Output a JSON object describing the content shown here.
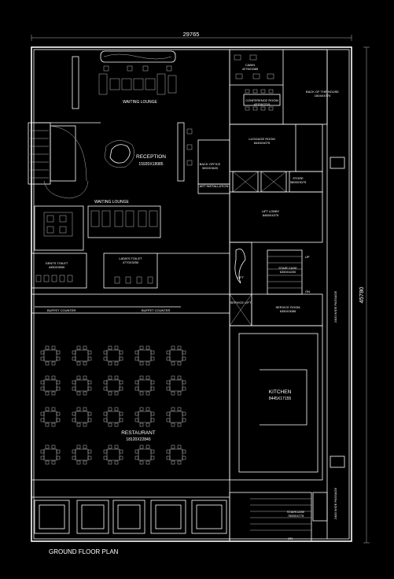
{
  "plan": {
    "title": "GROUND FLOOR PLAN",
    "width_dim": "29765",
    "height_dim": "45780"
  },
  "rooms": {
    "cabin": {
      "name": "CABIN",
      "size": "4275X3385"
    },
    "conference": {
      "name": "CONFERENCE ROOM",
      "size": "4370X2715"
    },
    "back_of_house": {
      "name": "BACK OF THE HOUSE",
      "size": "1604X4770"
    },
    "waiting_lounge_top": {
      "name": "WAITING LOUNGE"
    },
    "luggage": {
      "name": "LUGGAGE ROOM",
      "size": "8445X4075"
    },
    "reception": {
      "name": "RECEPTION",
      "size": "15920X18985"
    },
    "back_office": {
      "name": "BACK OFFICE",
      "size": "3000X3620"
    },
    "art_installation": {
      "name": "ART INSTALLATION"
    },
    "store": {
      "name": "STORE",
      "size": "3805X3075"
    },
    "waiting_lounge_mid": {
      "name": "WAITING LOUNGE"
    },
    "lift_lobby": {
      "name": "LIFT LOBBY",
      "size": "8465X4375"
    },
    "gents_toilet": {
      "name": "GENTS TOILET",
      "size": "4450X3550"
    },
    "ladies_toilet": {
      "name": "LADIES TOILET",
      "size": "4770X3250"
    },
    "staircase_1": {
      "name": "STAIR CASE",
      "size": "6350X4200"
    },
    "service_room": {
      "name": "SERVICE ROOM",
      "size": "6350X3085"
    },
    "kitchen": {
      "name": "KITCHEN",
      "size": "8445X17155"
    },
    "restaurant": {
      "name": "RESTAURANT",
      "size": "18120X22840"
    },
    "staircase_2": {
      "name": "STAIRCASE",
      "size": "7655X4775"
    }
  },
  "labels": {
    "buffet_left": "BUFFET COUNTER",
    "buffet_right": "BUFFET COUNTER",
    "passage_1": "2400 WIDE PASSAGE",
    "passage_2": "2400 WIDE PASSAGE",
    "lift": "LIFT",
    "service_lift": "SERVICE LIFT",
    "up": "UP",
    "on": "ON"
  }
}
